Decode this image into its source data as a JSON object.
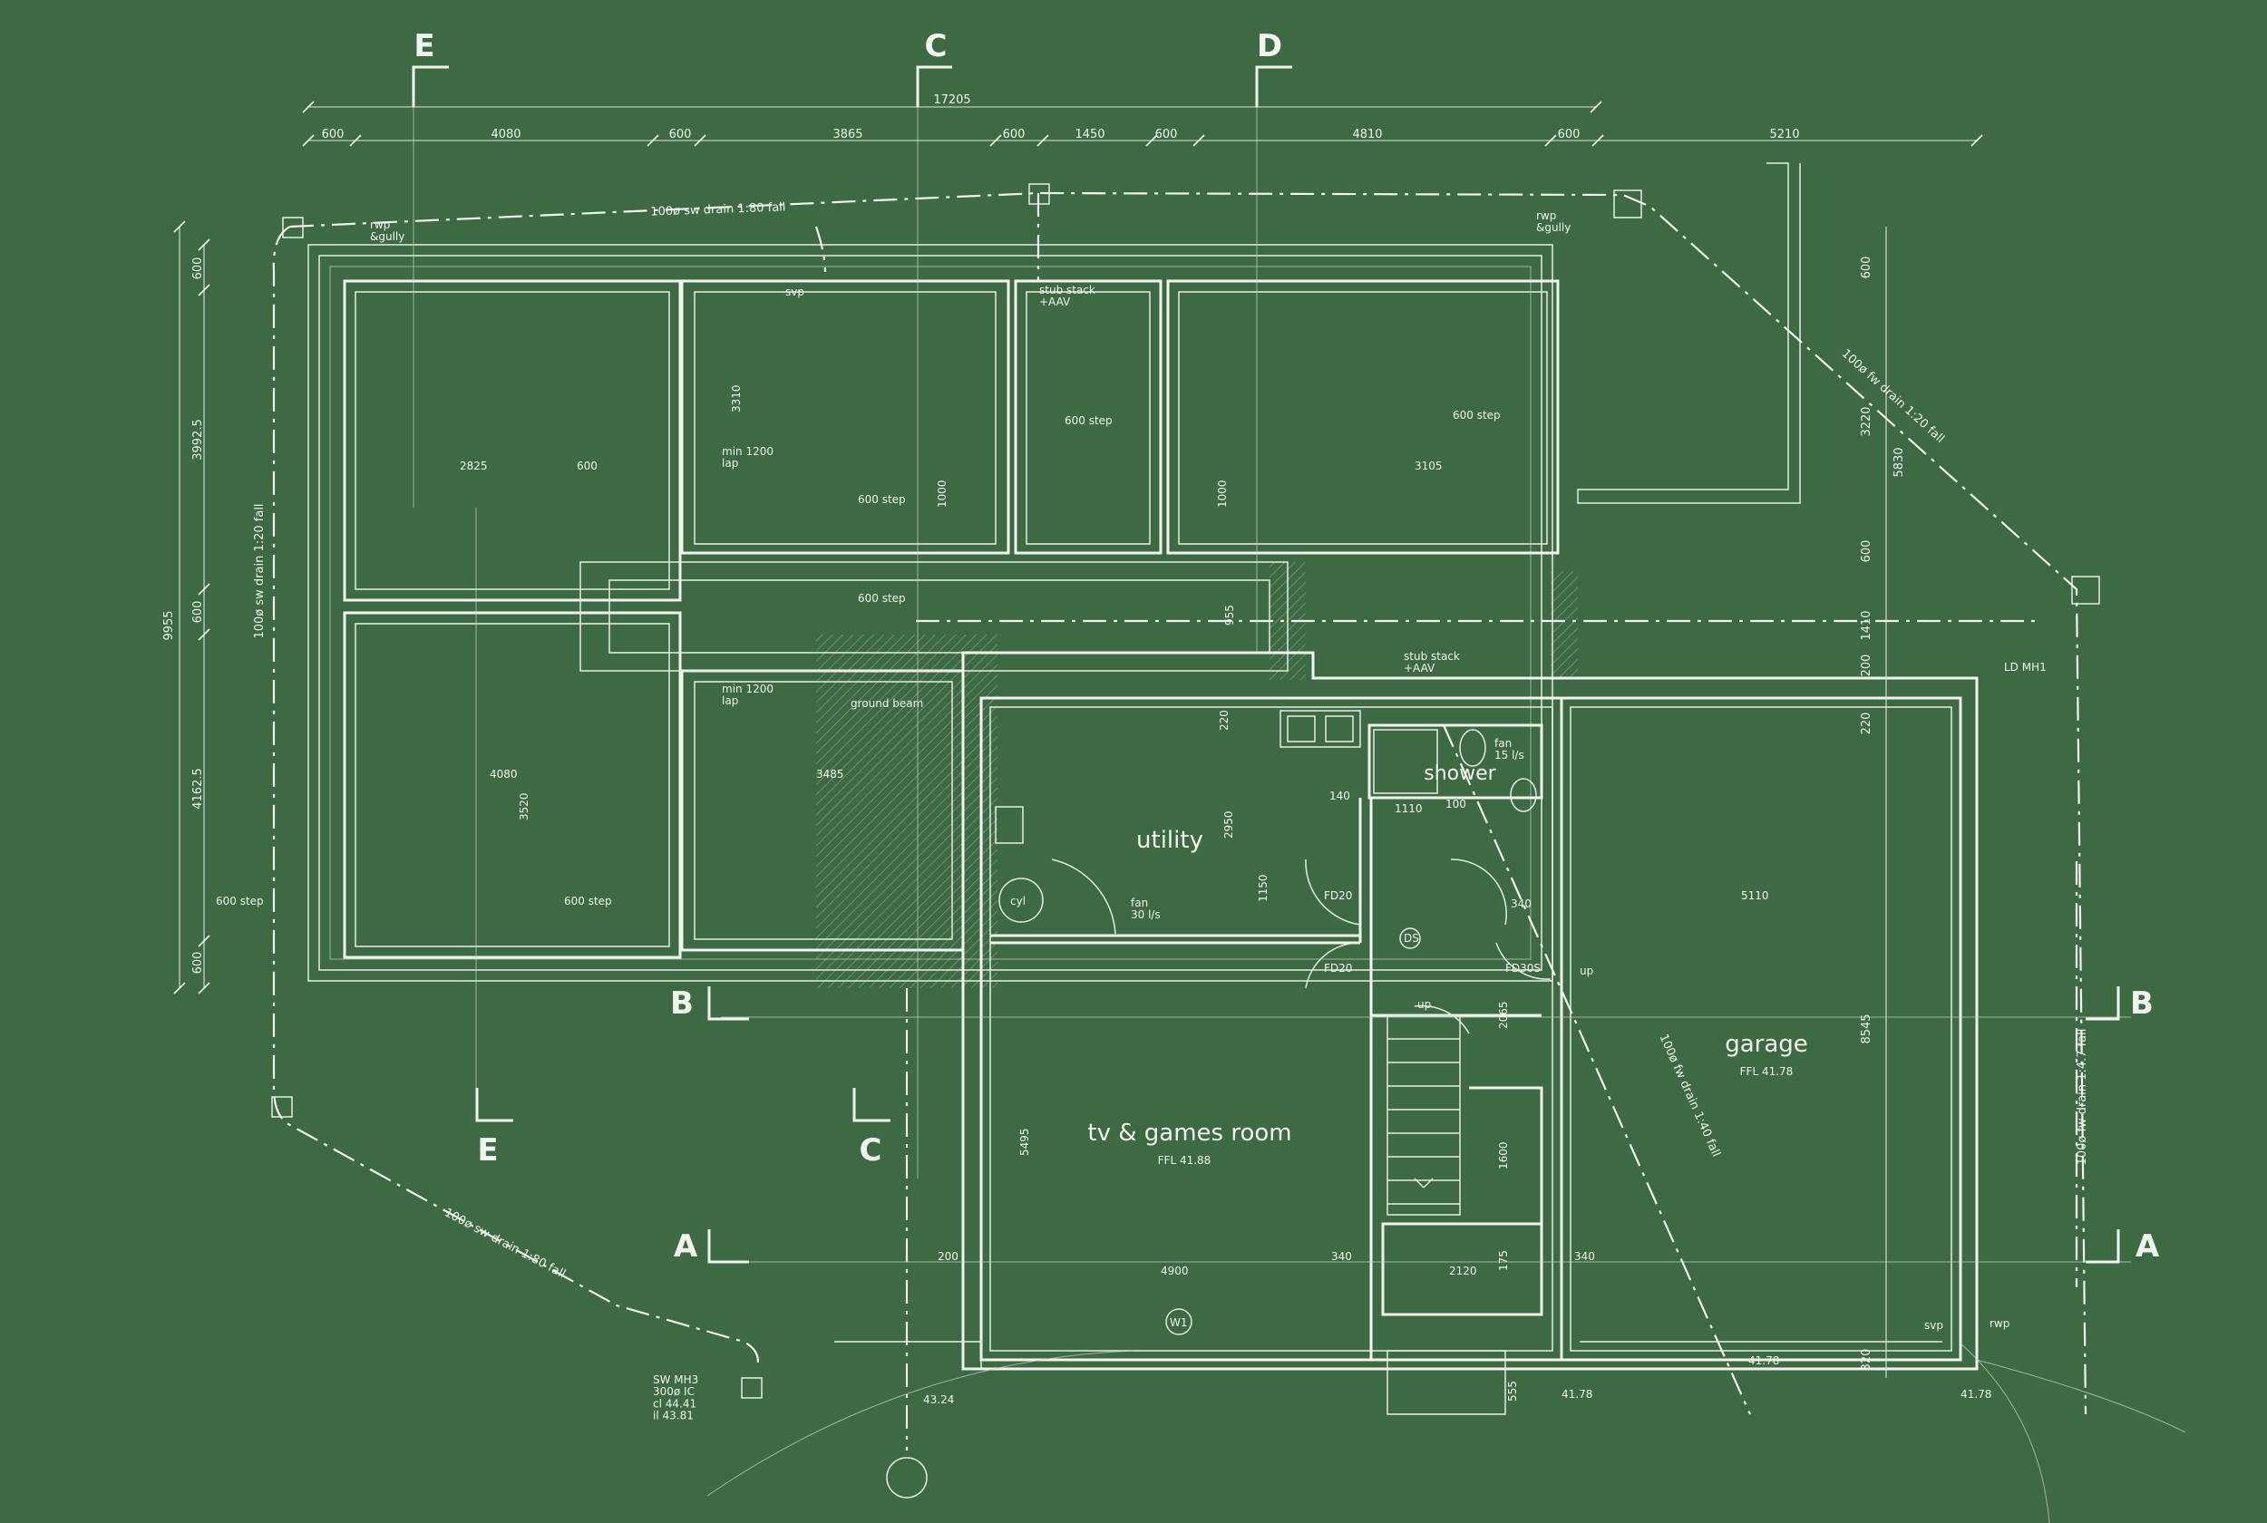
{
  "colors": {
    "background": "#3d6943",
    "lines": "#f2f5ef"
  },
  "sections": {
    "e_top": "E",
    "c_top": "C",
    "d_top": "D",
    "b_left": "B",
    "b_right": "B",
    "e_bottom": "E",
    "c_bottom": "C",
    "a_left": "A",
    "a_right": "A"
  },
  "dims_top": {
    "overall": "17205",
    "d1": "600",
    "d2": "4080",
    "d3": "600",
    "d4": "3865",
    "d5": "600",
    "d6": "1450",
    "d7": "600",
    "d8": "4810",
    "d9": "600",
    "d10": "5210"
  },
  "dims_left": {
    "overall": "9955",
    "a": "600",
    "b": "3992.5",
    "c": "600",
    "d": "4162.5",
    "e": "600"
  },
  "dims_right": {
    "a": "600",
    "b": "3220",
    "c": "5830",
    "d": "600",
    "e": "1410",
    "f": "200",
    "g": "220",
    "h": "8545",
    "i": "320"
  },
  "drains": {
    "top": "100ø sw drain 1:80 fall",
    "left": "100ø sw drain 1:20 fall",
    "right_fw": "100ø fw drain 1:20 fall",
    "garage_fw": "100ø fw drain 1:40 fall",
    "right_vertical": "100ø fw drain 1:4.7 fall",
    "bottom": "100ø sw drain 1:80 fall"
  },
  "notes": {
    "rwp_gully_left": "rwp\n&gully",
    "rwp_gully_right": "rwp\n&gully",
    "svp": "svp",
    "stub_stack_top": "stub  stack\n+AAV",
    "stub_stack_mid": "stub  stack\n+AAV",
    "step_600": "600  step",
    "min_lap": "min  1200\nlap",
    "ground_beam": "ground  beam",
    "ld_mh1": "LD  MH1",
    "sw_mh3": "SW  MH3\n300ø  IC\ncl  44.41\nil  43.81",
    "level_4324": "43.24",
    "level_4178": "41.78",
    "rwp": "rwp",
    "svp_garage": "svp",
    "cyl": "cyl",
    "fan_utility": "fan\n30  l/s",
    "fan_shower": "fan\n15  l/s",
    "fd20": "FD20",
    "fd30s": "FD30S",
    "ds": "DS",
    "up": "up",
    "w1": "W1"
  },
  "inner_dims": {
    "d2825": "2825",
    "d600a": "600",
    "d3310": "3310",
    "d1000": "1000",
    "d3105": "3105",
    "d4080": "4080",
    "d3520": "3520",
    "d3485": "3485",
    "d220": "220",
    "d2950": "2950",
    "d1150": "1150",
    "d140": "140",
    "d1110": "1110",
    "d100": "100",
    "d5110": "5110",
    "d340": "340",
    "d5495": "5495",
    "d4900": "4900",
    "d2120": "2120",
    "d2065": "2065",
    "d1600": "1600",
    "d175": "175",
    "d200": "200",
    "d555": "555",
    "d955": "955"
  },
  "rooms": {
    "utility": "utility",
    "shower": "shower",
    "garage": "garage",
    "garage_ffl": "FFL 41.78",
    "tv": "tv & games room",
    "tv_ffl": "FFL 41.88"
  }
}
